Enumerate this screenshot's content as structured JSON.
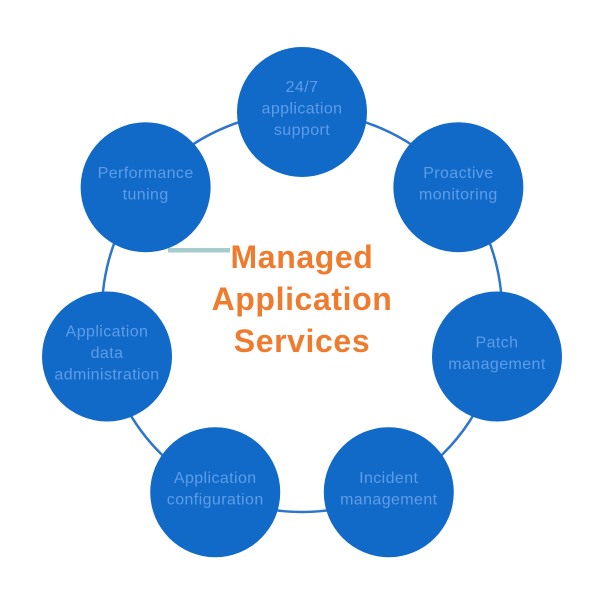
{
  "diagram": {
    "center_title": {
      "lines": [
        "Managed",
        "Application",
        "Services"
      ]
    },
    "nodes": [
      {
        "id": "application-support",
        "lines": [
          "24/7",
          "application",
          "support"
        ]
      },
      {
        "id": "proactive-monitoring",
        "lines": [
          "Proactive",
          "monitoring"
        ]
      },
      {
        "id": "patch-management",
        "lines": [
          "Patch",
          "management"
        ]
      },
      {
        "id": "incident-management",
        "lines": [
          "Incident",
          "management"
        ]
      },
      {
        "id": "application-configuration",
        "lines": [
          "Application",
          "configuration"
        ]
      },
      {
        "id": "application-data-administration",
        "lines": [
          "Application",
          "data",
          "administration"
        ]
      },
      {
        "id": "performance-tuning",
        "lines": [
          "Performance",
          "tuning"
        ]
      }
    ],
    "colors": {
      "node_fill": "#1169C8",
      "node_text": "#5D9DE8",
      "ring": "#2E75CC",
      "title": "#EF7B2E",
      "accent_line": "#A6CCCD"
    }
  }
}
